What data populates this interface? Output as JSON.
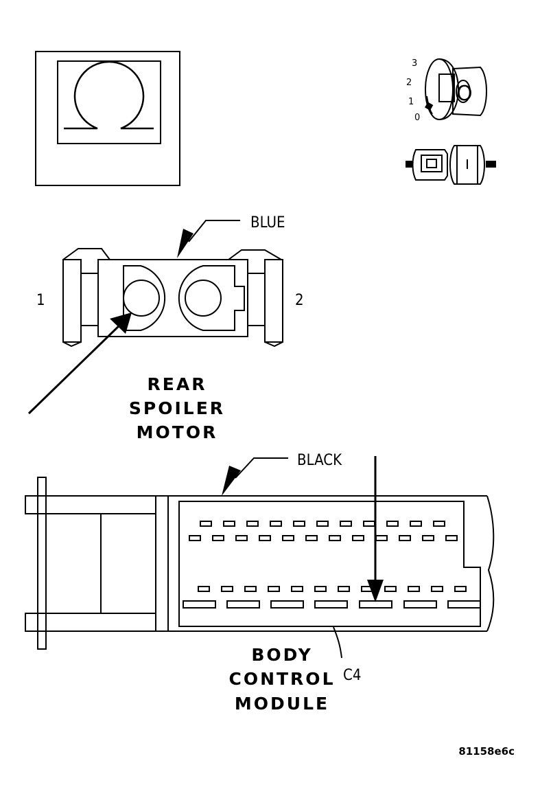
{
  "symbols": {
    "ohm_meter_icon": "ohmmeter-icon",
    "ohm_glyph": "Ω",
    "ignition_icon": "ignition-key-icon",
    "ignition_positions": [
      "3",
      "2",
      "1",
      "0"
    ],
    "key_letter": "O",
    "disconnect_icon": "disconnected-connector-icon"
  },
  "connector_top": {
    "color_label": "BLUE",
    "pin_left": "1",
    "pin_right": "2",
    "component_lines": [
      "REAR",
      "SPOILER",
      "MOTOR"
    ]
  },
  "connector_bottom": {
    "color_label": "BLACK",
    "connector_id": "C4",
    "component_lines": [
      "BODY",
      "CONTROL",
      "MODULE"
    ]
  },
  "figure_code": "81158e6c"
}
